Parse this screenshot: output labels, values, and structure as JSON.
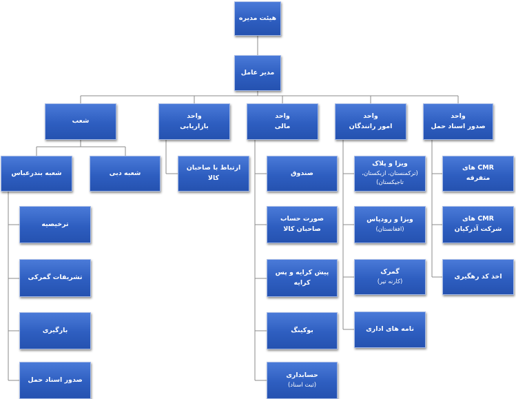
{
  "nodes": {
    "board": [
      "هیئت مدیره"
    ],
    "ceo": [
      "مدیر عامل"
    ],
    "branches": [
      "شعب"
    ],
    "marketing": [
      "واحد",
      "بازاریابی"
    ],
    "finance": [
      "واحد",
      "مالی"
    ],
    "drivers": [
      "واحد",
      "امور رانندگان"
    ],
    "docs": [
      "واحد",
      "صدور اسناد حمل"
    ],
    "bandar_abbas": [
      "شعبه بندرعباس"
    ],
    "dubai": [
      "شعبه دبی"
    ],
    "clearance": [
      "ترخیصیه"
    ],
    "customs_formalities": [
      "تشریفات گمرکی"
    ],
    "loading": [
      "بارگیری"
    ],
    "issue_docs": [
      "صدور اسناد حمل"
    ],
    "owner_relations": [
      "ارتباط با صاحبان کالا"
    ],
    "cashbox": [
      "صندوق"
    ],
    "owner_accounts": [
      "صورت حساب",
      "صاحبان کالا"
    ],
    "prepaid_postpaid": [
      "پیش کرایه و پس کرایه"
    ],
    "booking": [
      "بوکینگ"
    ],
    "accounting": [
      "حسابداری",
      "(ثبت اسناد)"
    ],
    "visa_plaque": [
      "ویزا و پلاک",
      "(ترکمنستان، ازبکستان،",
      "تاجیکستان)"
    ],
    "visa_transit": [
      "ویزا و رودپاس",
      "(افغانستان)"
    ],
    "customs_carnet": [
      "گمرک",
      "(کارنه تیر)"
    ],
    "admin_letters": [
      "نامه های اداری"
    ],
    "cmr_misc": [
      "CMR های",
      "متفرقه"
    ],
    "cmr_azarkian": [
      "CMR های",
      "شرکت آذرکیان"
    ],
    "tracking_code": [
      "اخذ کد رهگیری"
    ]
  }
}
